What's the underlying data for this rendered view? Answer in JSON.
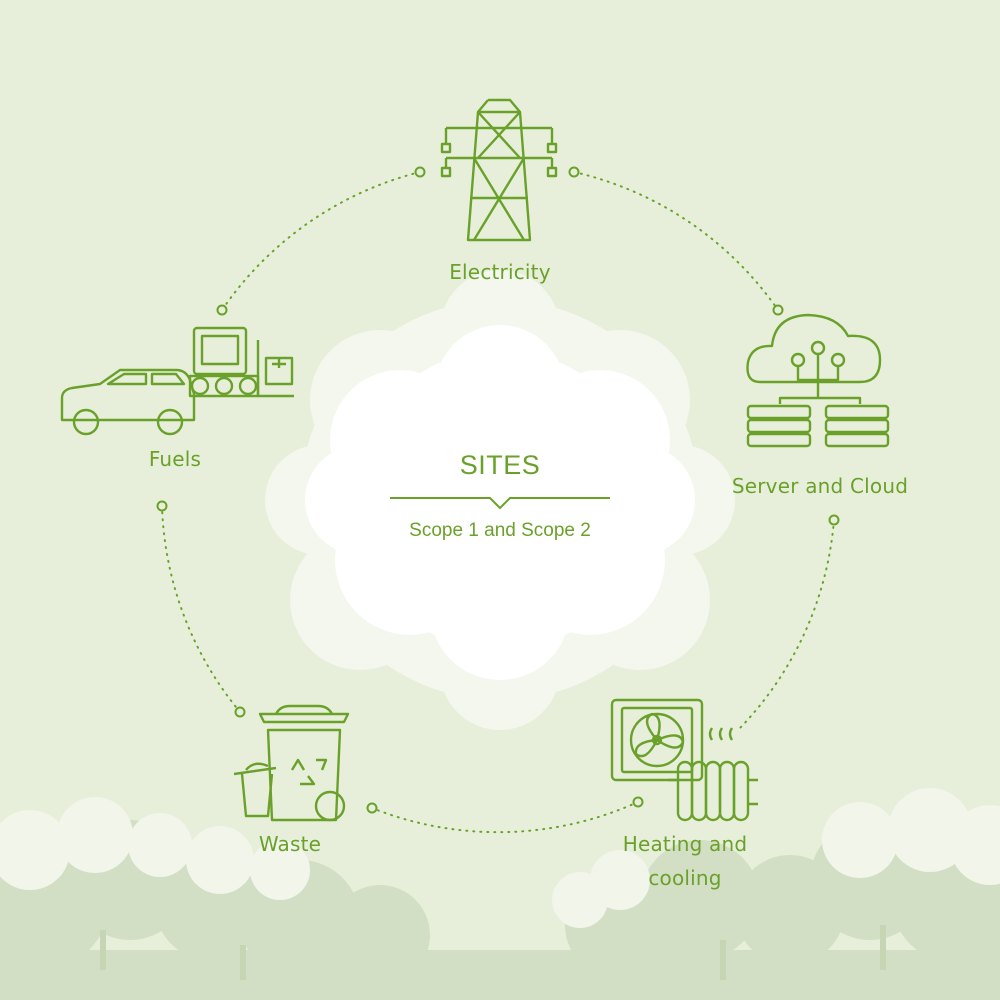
{
  "center": {
    "title": "SITES",
    "subtitle": "Scope 1 and Scope 2"
  },
  "nodes": [
    {
      "id": "electricity",
      "label": "Electricity",
      "icon": "power-tower-icon"
    },
    {
      "id": "server-cloud",
      "label": "Server and Cloud",
      "icon": "cloud-server-icon"
    },
    {
      "id": "heating-cooling",
      "label_line1": "Heating and",
      "label_line2": "cooling",
      "icon": "fan-radiator-icon"
    },
    {
      "id": "waste",
      "label": "Waste",
      "icon": "recycling-bin-icon"
    },
    {
      "id": "fuels",
      "label": "Fuels",
      "icon": "car-forklift-icon"
    }
  ],
  "colors": {
    "background": "#e7efdb",
    "accent": "#6aa12a",
    "cloud": "#ffffff",
    "tree_dark": "#cfdcbf",
    "tree_light": "#f2f6ec"
  }
}
